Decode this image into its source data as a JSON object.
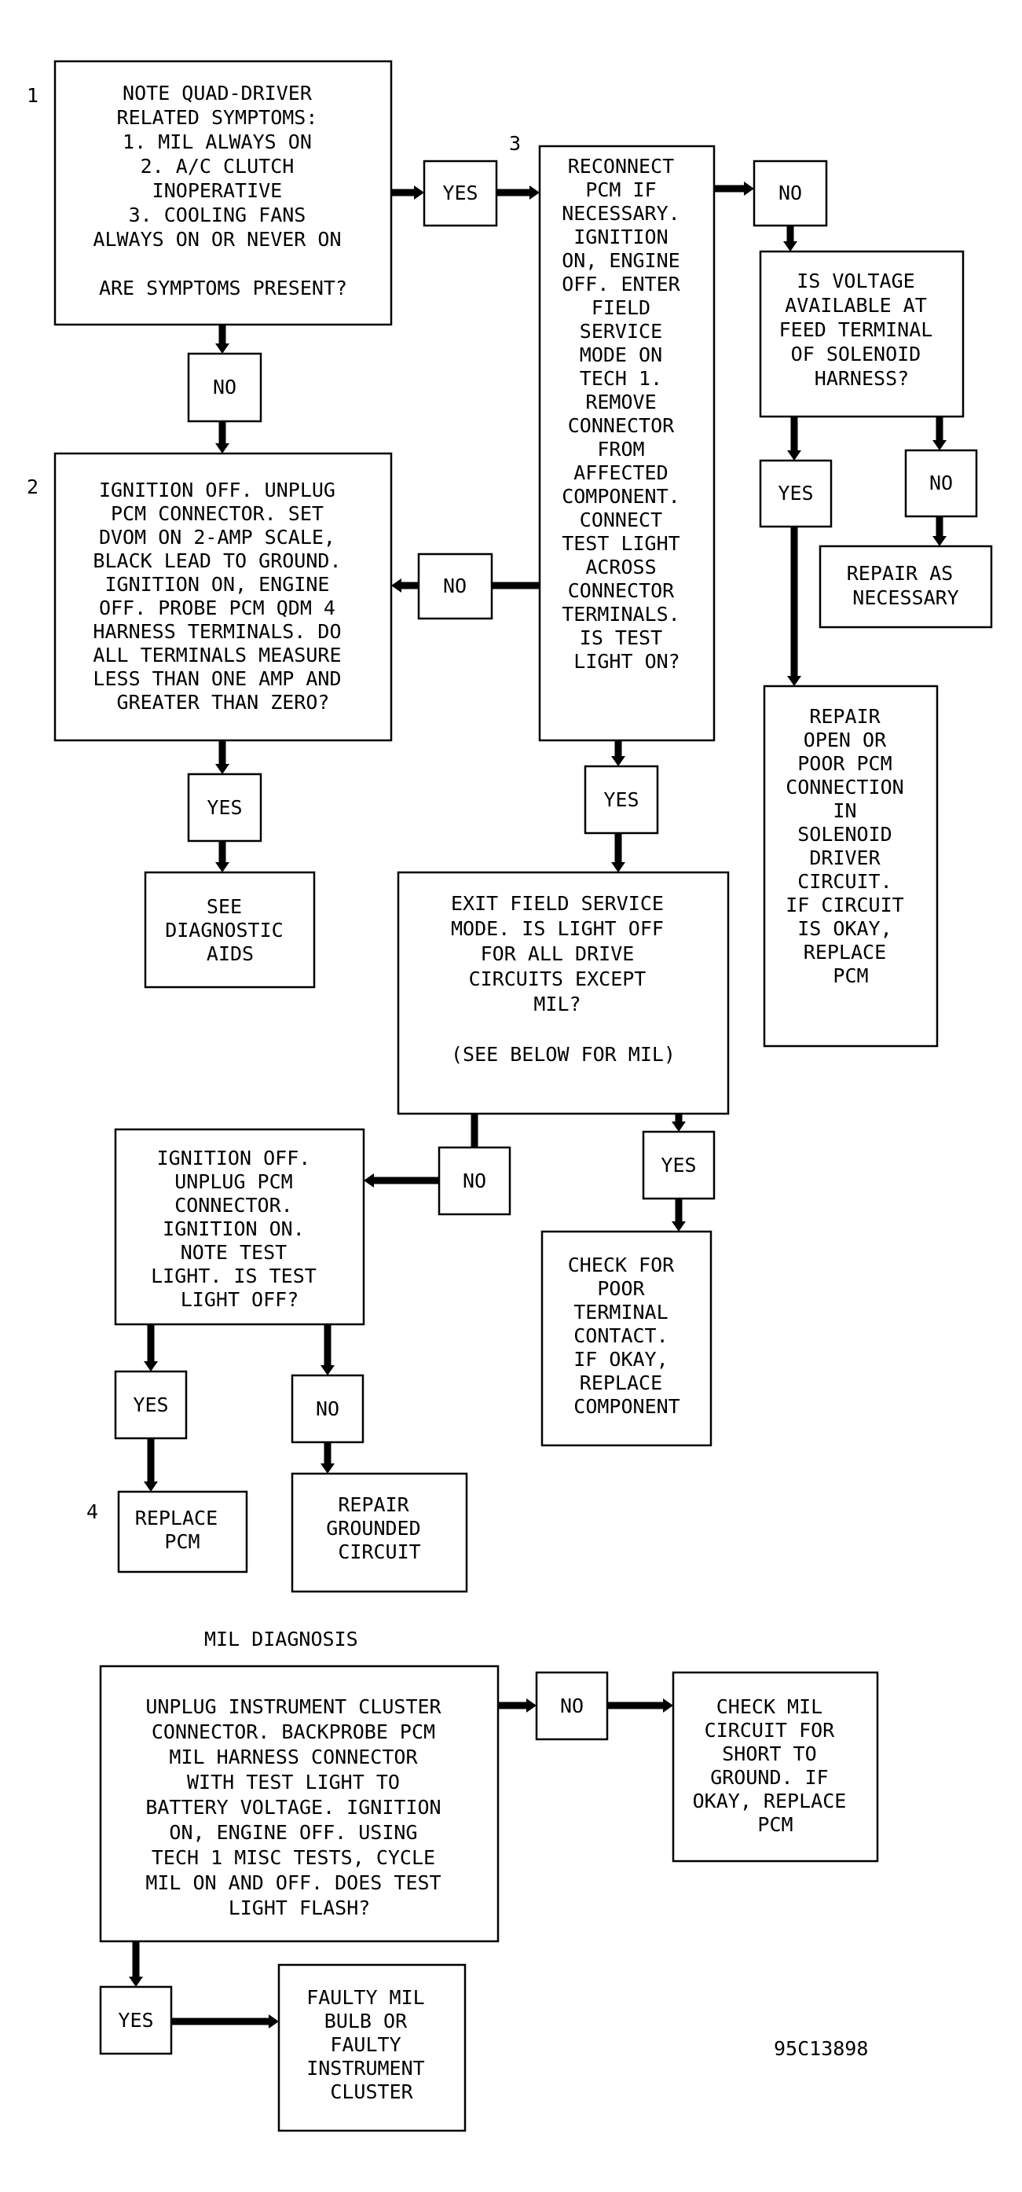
{
  "step_numbers": {
    "s1": "1",
    "s2": "2",
    "s3": "3",
    "s4": "4"
  },
  "nodes": {
    "n1": [
      "NOTE QUAD-DRIVER",
      "RELATED SYMPTOMS:",
      "1. MIL ALWAYS ON",
      "2. A/C CLUTCH",
      "INOPERATIVE",
      "3. COOLING FANS",
      "ALWAYS ON OR NEVER ON",
      "",
      "ARE SYMPTOMS PRESENT?"
    ],
    "n2": [
      "IGNITION OFF. UNPLUG",
      "PCM CONNECTOR. SET",
      "DVOM ON 2-AMP SCALE,",
      "BLACK LEAD TO GROUND.",
      "IGNITION ON, ENGINE",
      "OFF. PROBE PCM QDM 4",
      "HARNESS TERMINALS. DO",
      "ALL TERMINALS MEASURE",
      "LESS THAN ONE AMP AND",
      "GREATER THAN ZERO?"
    ],
    "n3": [
      "RECONNECT",
      "PCM IF",
      "NECESSARY.",
      "IGNITION",
      "ON, ENGINE",
      "OFF. ENTER",
      "FIELD",
      "SERVICE",
      "MODE ON",
      "TECH 1.",
      "REMOVE",
      "CONNECTOR",
      "FROM",
      "AFFECTED",
      "COMPONENT.",
      "CONNECT",
      "TEST LIGHT",
      "ACROSS",
      "CONNECTOR",
      "TERMINALS.",
      "IS TEST",
      "LIGHT ON?"
    ],
    "n4": [
      "IS VOLTAGE",
      "AVAILABLE AT",
      "FEED TERMINAL",
      "OF SOLENOID",
      "HARNESS?"
    ],
    "n5": [
      "REPAIR AS",
      "NECESSARY"
    ],
    "n6": [
      "REPAIR",
      "OPEN OR",
      "POOR PCM",
      "CONNECTION",
      "IN",
      "SOLENOID",
      "DRIVER",
      "CIRCUIT.",
      "IF CIRCUIT",
      "IS OKAY,",
      "REPLACE",
      "PCM"
    ],
    "n7": [
      "SEE",
      "DIAGNOSTIC",
      "AIDS"
    ],
    "n8": [
      "EXIT FIELD SERVICE",
      "MODE. IS LIGHT OFF",
      "FOR ALL DRIVE",
      "CIRCUITS EXCEPT",
      "MIL?",
      "",
      "(SEE BELOW FOR MIL)"
    ],
    "n9": [
      "IGNITION OFF.",
      "UNPLUG PCM",
      "CONNECTOR.",
      "IGNITION ON.",
      "NOTE TEST",
      "LIGHT. IS TEST",
      "LIGHT OFF?"
    ],
    "n10": [
      "CHECK FOR",
      "POOR",
      "TERMINAL",
      "CONTACT.",
      "IF OKAY,",
      "REPLACE",
      "COMPONENT"
    ],
    "n11": [
      "REPLACE",
      "PCM"
    ],
    "n12": [
      "REPAIR",
      "GROUNDED",
      "CIRCUIT"
    ],
    "n13": [
      "UNPLUG INSTRUMENT CLUSTER",
      "CONNECTOR. BACKPROBE PCM",
      "MIL HARNESS CONNECTOR",
      "WITH TEST LIGHT TO",
      "BATTERY VOLTAGE. IGNITION",
      "ON, ENGINE OFF. USING",
      "TECH 1 MISC TESTS, CYCLE",
      "MIL ON AND OFF. DOES TEST",
      "LIGHT FLASH?"
    ],
    "n14": [
      "CHECK MIL",
      "CIRCUIT FOR",
      "SHORT TO",
      "GROUND. IF",
      "OKAY, REPLACE",
      "PCM"
    ],
    "n15": [
      "FAULTY MIL",
      "BULB OR",
      "FAULTY",
      "INSTRUMENT",
      "CLUSTER"
    ]
  },
  "decisions": {
    "d1": "YES",
    "d2": "NO",
    "d3": "NO",
    "d4": "NO",
    "d5": "YES",
    "d6": "NO",
    "d7": "YES",
    "d8": "YES",
    "d9": "NO",
    "d10": "YES",
    "d11": "YES",
    "d12": "NO",
    "d13": "NO",
    "d14": "YES"
  },
  "section_title": "MIL DIAGNOSIS",
  "figure_code": "95C13898"
}
